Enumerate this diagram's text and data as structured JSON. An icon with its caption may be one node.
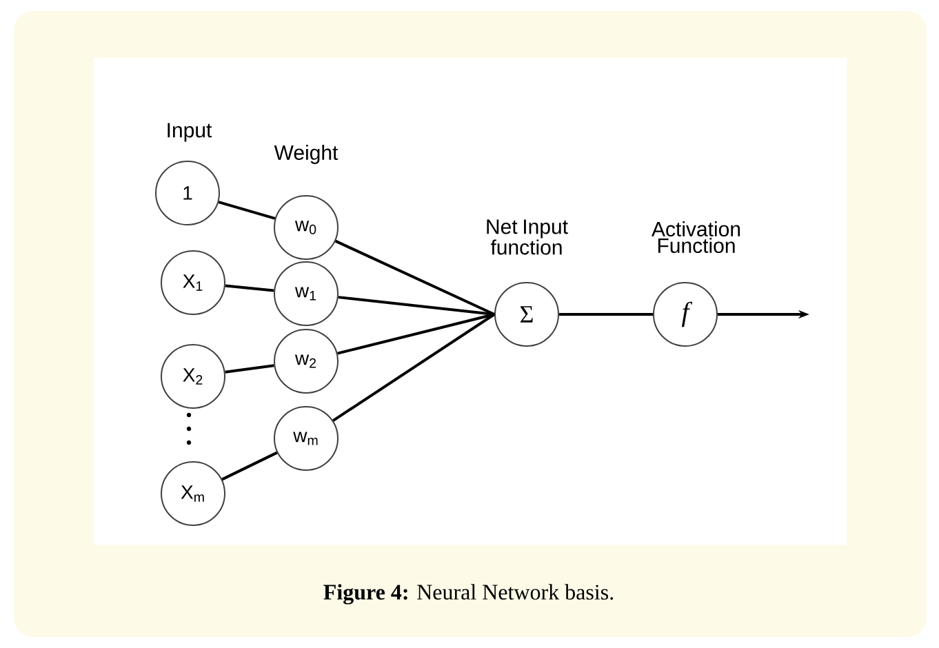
{
  "diagram": {
    "caption": "**Figure 4:** Neural Network basis.",
    "nodes": [
      {
        "text": [
          "1"
        ]
      },
      {
        "text": [
          "X$_{1}$"
        ]
      },
      {
        "text": [
          "X$_{2}$"
        ]
      },
      {
        "text": [
          "X$_{m}$"
        ]
      },
      {
        "text": [
          "w$_{0}$"
        ]
      },
      {
        "text": [
          "w$_{1}$"
        ]
      },
      {
        "text": [
          "w$_{2}$"
        ]
      },
      {
        "text": [
          "w$_{m}$"
        ]
      },
      {
        "text": [
          "Σ"
        ]
      },
      {
        "text": [
          "f"
        ]
      }
    ],
    "edges": [
      {
        "from": 0,
        "to": 4,
        "arrow": "none"
      },
      {
        "from": 1,
        "to": 5,
        "arrow": "none"
      },
      {
        "from": 2,
        "to": 6,
        "arrow": "none"
      },
      {
        "from": 3,
        "to": 7,
        "arrow": "none"
      },
      {
        "from": 4,
        "to": 8,
        "arrow": "none"
      },
      {
        "from": 5,
        "to": 8,
        "arrow": "none"
      },
      {
        "from": 6,
        "to": 8,
        "arrow": "none"
      },
      {
        "from": 7,
        "to": 8,
        "arrow": "none"
      },
      {
        "from": 8,
        "to": 9,
        "arrow": "none"
      },
      {
        "from": 9,
        "to": null,
        "arrow": "to"
      }
    ],
    "labels": [
      "Input",
      "Weight",
      "Net Input function",
      "Activation Function"
    ]
  }
}
